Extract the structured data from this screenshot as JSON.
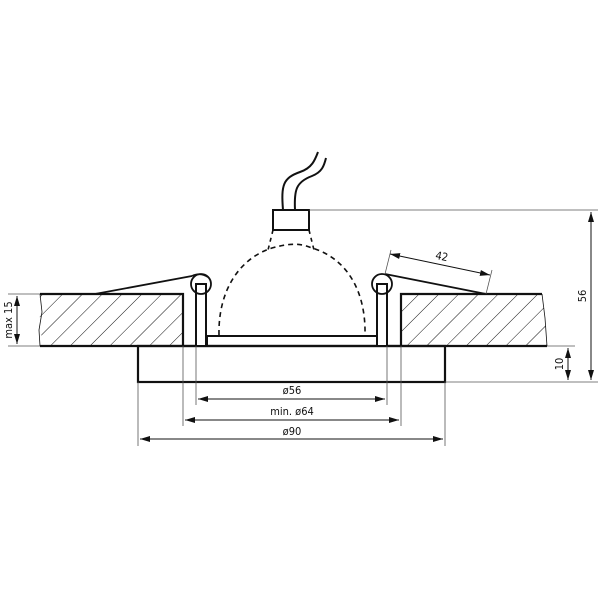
{
  "diagram": {
    "type": "technical-drawing",
    "subject": "recessed ceiling downlight cross-section",
    "colors": {
      "line": "#111111",
      "dim": "#444444",
      "background": "#ffffff"
    },
    "dimensions": {
      "overall_height": "56",
      "bezel_height": "10",
      "ceiling_thickness": "max 15",
      "spring_length": "42",
      "lamp_diameter": "ø56",
      "cutout_diameter": "min. ø64",
      "bezel_diameter": "ø90"
    }
  }
}
